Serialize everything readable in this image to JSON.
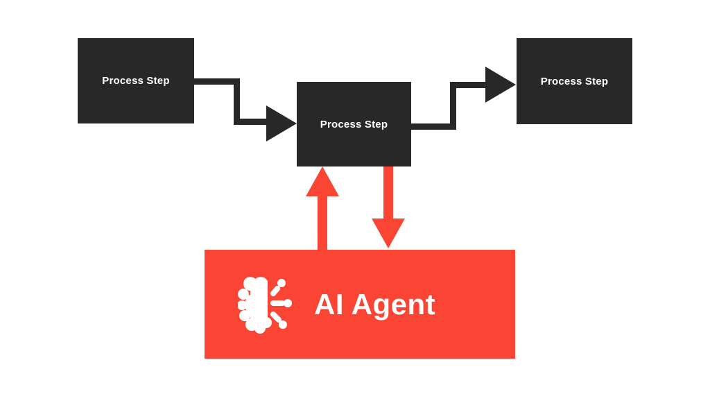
{
  "diagram": {
    "background": "#ffffff",
    "nodes": [
      {
        "id": "process-step-1",
        "label": "Process Step",
        "fill": "#292829",
        "text_color": "#ffffff"
      },
      {
        "id": "process-step-2",
        "label": "Process Step",
        "fill": "#292829",
        "text_color": "#ffffff"
      },
      {
        "id": "process-step-3",
        "label": "Process Step",
        "fill": "#292829",
        "text_color": "#ffffff"
      },
      {
        "id": "ai-agent",
        "label": "AI Agent",
        "fill": "#fa4534",
        "text_color": "#ffffff",
        "icon": "brain-circuit-icon"
      }
    ],
    "edges": [
      {
        "from": "process-step-1",
        "to": "process-step-2",
        "color": "#292829",
        "style": "elbow-arrow"
      },
      {
        "from": "process-step-2",
        "to": "process-step-3",
        "color": "#292829",
        "style": "elbow-arrow"
      },
      {
        "from": "ai-agent",
        "to": "process-step-2",
        "color": "#fa4534",
        "style": "straight-arrow-up"
      },
      {
        "from": "process-step-2",
        "to": "ai-agent",
        "color": "#fa4534",
        "style": "straight-arrow-down"
      }
    ]
  }
}
